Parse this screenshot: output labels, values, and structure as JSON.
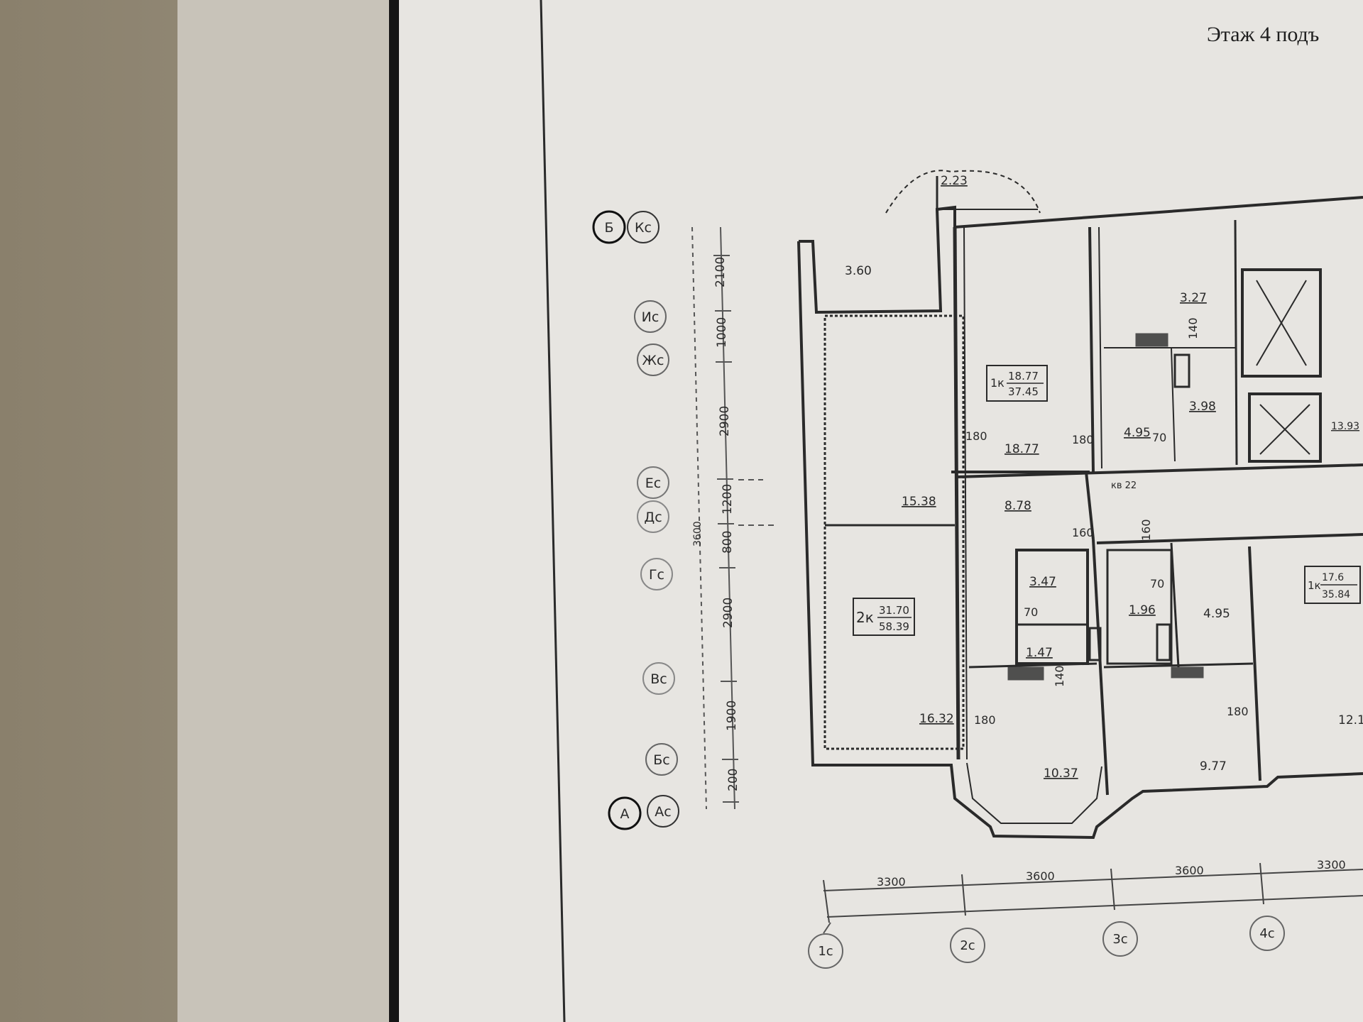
{
  "sheet": {
    "title": "Этаж 4 подъ",
    "colors": {
      "paper": "#e7e5e1",
      "ink": "#2a2a2a",
      "binder": "#8c8270"
    }
  },
  "axes": {
    "row": [
      {
        "id": "row-b-kc",
        "labels": [
          "Б",
          "Кс"
        ]
      },
      {
        "id": "row-ic",
        "labels": [
          "Ис"
        ]
      },
      {
        "id": "row-zhc",
        "labels": [
          "Жс"
        ]
      },
      {
        "id": "row-ec",
        "labels": [
          "Ес"
        ]
      },
      {
        "id": "row-dc",
        "labels": [
          "Дс"
        ]
      },
      {
        "id": "row-gc",
        "labels": [
          "Гс"
        ]
      },
      {
        "id": "row-vc",
        "labels": [
          "Вс"
        ]
      },
      {
        "id": "row-bc",
        "labels": [
          "Бс"
        ]
      },
      {
        "id": "row-a-ac",
        "labels": [
          "А",
          "Ас"
        ]
      }
    ],
    "col": [
      "1с",
      "2с",
      "3с",
      "4с"
    ]
  },
  "dims": {
    "vertical": [
      "2100",
      "1000",
      "2900",
      "1200",
      "800",
      "2900",
      "1900",
      "200"
    ],
    "small": "3600",
    "horizontal": [
      "3300",
      "3600",
      "3600",
      "3300"
    ]
  },
  "rooms": {
    "balcony_top": "2.23",
    "loggia": "3.60",
    "r1": "15.38",
    "r2": "16.32",
    "kitchen_1k": "18.77",
    "hall_2k": "8.78",
    "bath_a": "3.47",
    "wc_a": "1.47",
    "kitchen_2k": "10.37",
    "bath_b": "1.96",
    "corr_b": "4.95",
    "room_b": "9.77",
    "corr_top": "4.95",
    "storage": "3.98",
    "hall_top": "3.27",
    "right_room": "12.1",
    "lift": "13.93",
    "corridor": "кв 22"
  },
  "apartments": {
    "a1": {
      "type": "1к",
      "living": "18.77",
      "total": "37.45"
    },
    "a2": {
      "type": "2к",
      "living": "31.70",
      "total": "58.39"
    },
    "a3": {
      "type": "1к",
      "living": "17.6",
      "total": "35.84"
    }
  },
  "wall_dims": {
    "w180a": "180",
    "w180b": "180",
    "w180c": "180",
    "w180d": "180",
    "w160a": "160",
    "w160b": "160",
    "w140a": "140",
    "w140b": "140",
    "w70a": "70",
    "w70b": "70",
    "w70c": "70"
  }
}
